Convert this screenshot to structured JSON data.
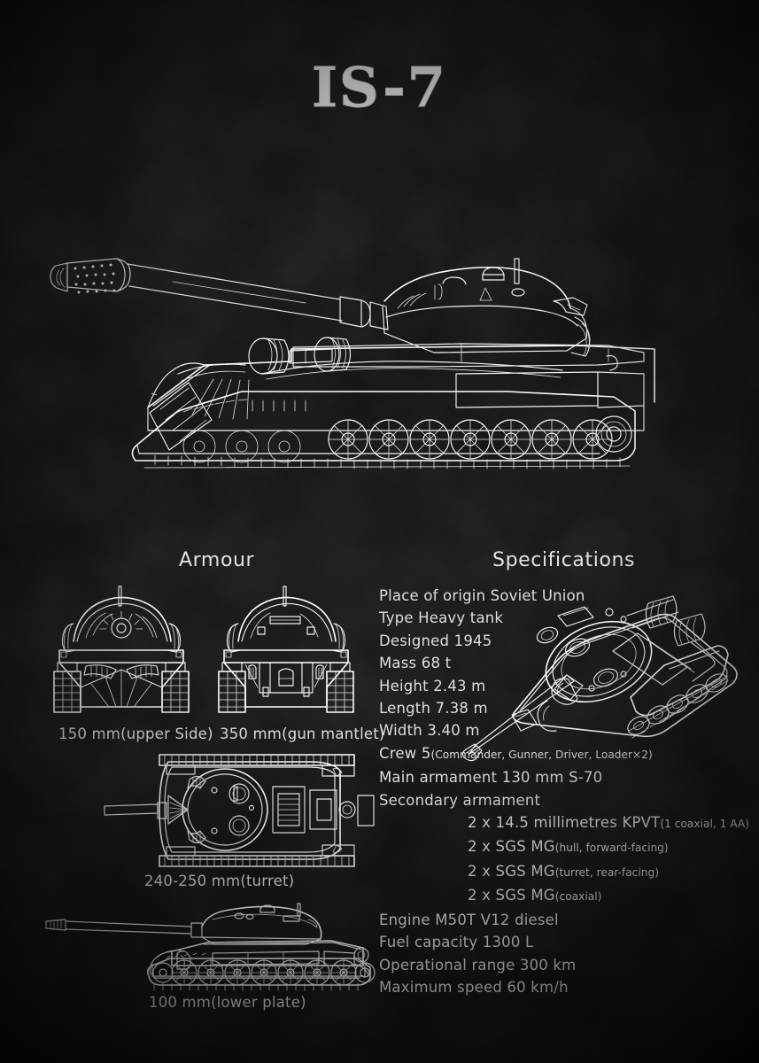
{
  "poster": {
    "title": "IS-7",
    "background_color": "#0b0b0b",
    "chalk_color": "#f2f2f2"
  },
  "armour": {
    "heading": "Armour",
    "captions": [
      {
        "id": "upper-side",
        "text": "150 mm(upper Side)",
        "value": "150 mm",
        "part": "upper Side"
      },
      {
        "id": "gun-mantlet",
        "text": "350 mm(gun mantlet)",
        "value": "350 mm",
        "part": "gun mantlet"
      },
      {
        "id": "turret",
        "text": "240-250 mm(turret)",
        "value": "240-250 mm",
        "part": "turret"
      },
      {
        "id": "lower-plate",
        "text": "100 mm(lower plate)",
        "value": "100 mm",
        "part": "lower plate"
      }
    ]
  },
  "specifications": {
    "heading": "Specifications",
    "rows": [
      {
        "label": "Place of origin",
        "value": "Soviet Union",
        "text": "Place of origin Soviet Union",
        "sub": "",
        "indent": false
      },
      {
        "label": "Type",
        "value": "Heavy tank",
        "text": "Type Heavy tank",
        "sub": "",
        "indent": false
      },
      {
        "label": "Designed",
        "value": "1945",
        "text": "Designed 1945",
        "sub": "",
        "indent": false
      },
      {
        "label": "Mass",
        "value": "68 t",
        "text": "Mass 68 t",
        "sub": "",
        "indent": false
      },
      {
        "label": "Height",
        "value": "2.43 m",
        "text": "Height 2.43 m",
        "sub": "",
        "indent": false
      },
      {
        "label": "Length",
        "value": "7.38 m",
        "text": "Length 7.38 m",
        "sub": "",
        "indent": false
      },
      {
        "label": "Width",
        "value": "3.40 m",
        "text": "Width 3.40 m",
        "sub": "",
        "indent": false
      },
      {
        "label": "Crew",
        "value": "5",
        "text": "Crew 5",
        "sub": "(Commander, Gunner, Driver, Loader×2)",
        "indent": false
      },
      {
        "label": "Main armament",
        "value": "130 mm S-70",
        "text": "Main armament 130 mm S-70",
        "sub": "",
        "indent": false
      },
      {
        "label": "Secondary armament",
        "value": "",
        "text": "Secondary armament",
        "sub": "",
        "indent": false
      },
      {
        "label": "",
        "value": "2 x 14.5 millimetres KPVT",
        "text": "2 x 14.5 millimetres KPVT",
        "sub": "(1 coaxial, 1 AA)",
        "indent": true
      },
      {
        "label": "",
        "value": "2 x SGS MG",
        "text": "2 x SGS MG",
        "sub": "(hull, forward-facing)",
        "indent": true
      },
      {
        "label": "",
        "value": "2 x SGS MG",
        "text": "2 x SGS MG",
        "sub": "(turret, rear-facing)",
        "indent": true
      },
      {
        "label": "",
        "value": "2 x SGS MG",
        "text": "2 x SGS MG",
        "sub": "(coaxial)",
        "indent": true
      },
      {
        "label": "Engine",
        "value": "M50T V12 diesel",
        "text": "Engine M50T V12 diesel",
        "sub": "",
        "indent": false
      },
      {
        "label": "Fuel capacity",
        "value": "1300 L",
        "text": "Fuel capacity 1300 L",
        "sub": "",
        "indent": false
      },
      {
        "label": "Operational range",
        "value": "300 km",
        "text": "Operational range 300 km",
        "sub": "",
        "indent": false
      },
      {
        "label": "Maximum speed",
        "value": "60 km/h",
        "text": "Maximum speed 60 km/h",
        "sub": "",
        "indent": false
      }
    ]
  },
  "illustrations": [
    {
      "id": "main-side-view",
      "name": "is7-large-three-quarter-side-view",
      "view": "left side, gun forward"
    },
    {
      "id": "front-view-a",
      "name": "is7-front-view-upper-side",
      "view": "front elevation"
    },
    {
      "id": "front-view-b",
      "name": "is7-front-view-gun-mantlet",
      "view": "front elevation"
    },
    {
      "id": "top-view",
      "name": "is7-top-plan-view",
      "view": "top / plan"
    },
    {
      "id": "iso-view",
      "name": "is7-isometric-rear-view",
      "view": "isometric rear three-quarter"
    },
    {
      "id": "side-profile-view",
      "name": "is7-side-profile-view",
      "view": "left profile"
    }
  ]
}
